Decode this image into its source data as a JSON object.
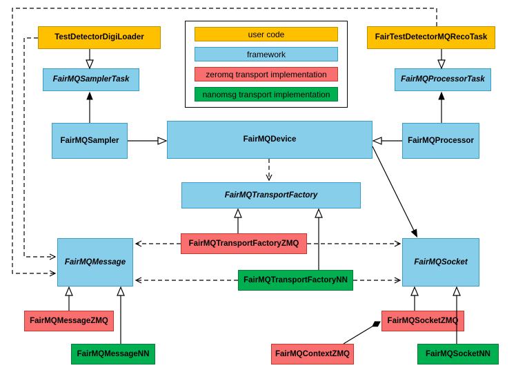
{
  "diagram": {
    "legend": {
      "items": [
        {
          "label": "user code",
          "color": "#FFC000"
        },
        {
          "label": "framework",
          "color": "#87CEEB"
        },
        {
          "label": "zeromq transport implementation",
          "color": "#F96F6F"
        },
        {
          "label": "nanomsg transport implementation",
          "color": "#00B050"
        }
      ]
    },
    "colors": {
      "user_code": "#FFC000",
      "framework": "#87CEEB",
      "zeromq": "#F96F6F",
      "nanomsg": "#00B050"
    },
    "nodes": [
      {
        "id": "TestDetectorDigiLoader",
        "label": "TestDetectorDigiLoader",
        "category": "user_code",
        "abstract": false
      },
      {
        "id": "FairTestDetectorMQRecoTask",
        "label": "FairTestDetectorMQRecoTask",
        "category": "user_code",
        "abstract": false
      },
      {
        "id": "FairMQSamplerTask",
        "label": "FairMQSamplerTask",
        "category": "framework",
        "abstract": true
      },
      {
        "id": "FairMQProcessorTask",
        "label": "FairMQProcessorTask",
        "category": "framework",
        "abstract": true
      },
      {
        "id": "FairMQSampler",
        "label": "FairMQSampler",
        "category": "framework",
        "abstract": false
      },
      {
        "id": "FairMQDevice",
        "label": "FairMQDevice",
        "category": "framework",
        "abstract": false
      },
      {
        "id": "FairMQProcessor",
        "label": "FairMQProcessor",
        "category": "framework",
        "abstract": false
      },
      {
        "id": "FairMQTransportFactory",
        "label": "FairMQTransportFactory",
        "category": "framework",
        "abstract": true
      },
      {
        "id": "FairMQTransportFactoryZMQ",
        "label": "FairMQTransportFactoryZMQ",
        "category": "zeromq",
        "abstract": false
      },
      {
        "id": "FairMQTransportFactoryNN",
        "label": "FairMQTransportFactoryNN",
        "category": "nanomsg",
        "abstract": false
      },
      {
        "id": "FairMQMessage",
        "label": "FairMQMessage",
        "category": "framework",
        "abstract": true
      },
      {
        "id": "FairMQSocket",
        "label": "FairMQSocket",
        "category": "framework",
        "abstract": true
      },
      {
        "id": "FairMQMessageZMQ",
        "label": "FairMQMessageZMQ",
        "category": "zeromq",
        "abstract": false
      },
      {
        "id": "FairMQMessageNN",
        "label": "FairMQMessageNN",
        "category": "nanomsg",
        "abstract": false
      },
      {
        "id": "FairMQContextZMQ",
        "label": "FairMQContextZMQ",
        "category": "zeromq",
        "abstract": false
      },
      {
        "id": "FairMQSocketZMQ",
        "label": "FairMQSocketZMQ",
        "category": "zeromq",
        "abstract": false
      },
      {
        "id": "FairMQSocketNN",
        "label": "FairMQSocketNN",
        "category": "nanomsg",
        "abstract": false
      }
    ],
    "edges": [
      {
        "from": "TestDetectorDigiLoader",
        "to": "FairMQSamplerTask",
        "type": "inheritance"
      },
      {
        "from": "FairTestDetectorMQRecoTask",
        "to": "FairMQProcessorTask",
        "type": "inheritance"
      },
      {
        "from": "FairMQSampler",
        "to": "FairMQDevice",
        "type": "inheritance"
      },
      {
        "from": "FairMQProcessor",
        "to": "FairMQDevice",
        "type": "inheritance"
      },
      {
        "from": "FairMQSampler",
        "to": "FairMQSamplerTask",
        "type": "association"
      },
      {
        "from": "FairMQProcessor",
        "to": "FairMQProcessorTask",
        "type": "association"
      },
      {
        "from": "FairMQDevice",
        "to": "FairMQTransportFactory",
        "type": "dependency"
      },
      {
        "from": "FairMQDevice",
        "to": "FairMQSocket",
        "type": "association"
      },
      {
        "from": "FairMQTransportFactoryZMQ",
        "to": "FairMQTransportFactory",
        "type": "inheritance"
      },
      {
        "from": "FairMQTransportFactoryNN",
        "to": "FairMQTransportFactory",
        "type": "inheritance"
      },
      {
        "from": "FairMQTransportFactoryZMQ",
        "to": "FairMQMessage",
        "type": "dependency"
      },
      {
        "from": "FairMQTransportFactoryZMQ",
        "to": "FairMQSocket",
        "type": "dependency"
      },
      {
        "from": "FairMQTransportFactoryNN",
        "to": "FairMQMessage",
        "type": "dependency"
      },
      {
        "from": "FairMQTransportFactoryNN",
        "to": "FairMQSocket",
        "type": "dependency"
      },
      {
        "from": "FairMQMessageZMQ",
        "to": "FairMQMessage",
        "type": "inheritance"
      },
      {
        "from": "FairMQMessageNN",
        "to": "FairMQMessage",
        "type": "inheritance"
      },
      {
        "from": "FairMQSocketZMQ",
        "to": "FairMQSocket",
        "type": "inheritance"
      },
      {
        "from": "FairMQSocketNN",
        "to": "FairMQSocket",
        "type": "inheritance"
      },
      {
        "from": "FairMQContextZMQ",
        "to": "FairMQSocketZMQ",
        "type": "composition"
      },
      {
        "from": "TestDetectorDigiLoader",
        "to": "FairMQMessage",
        "type": "dependency"
      },
      {
        "from": "FairTestDetectorMQRecoTask",
        "to": "FairMQMessage",
        "type": "dependency"
      }
    ]
  }
}
